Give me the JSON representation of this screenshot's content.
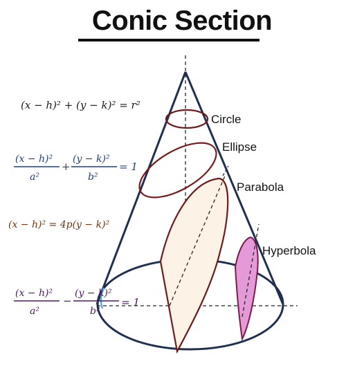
{
  "title": "Conic Section",
  "labels": {
    "circle": "Circle",
    "ellipse": "Ellipse",
    "parabola": "Parabola",
    "hyperbola": "Hyperbola"
  },
  "equations": {
    "circle": "(x − h)² + (y − k)² = r²",
    "ellipse": {
      "num1": "(x − h)²",
      "den1": "a²",
      "op": "+",
      "num2": "(y − k)²",
      "den2": "b²",
      "rhs": "= 1"
    },
    "parabola": "(x − h)² = 4p(y − k)²",
    "hyperbola": {
      "num1": "(x − h)²",
      "den1": "a²",
      "op": "−",
      "num2": "(y − k)²",
      "den2": "b²",
      "rhs": "= 1"
    }
  },
  "colors": {
    "cone": "#1f2f4f",
    "ellipse_line": "#7a1a1a",
    "parabola_fill": "#fdf2e6",
    "parabola_line": "#6e1a1a",
    "hyperbola_fill": "#e49ad6",
    "hyperbola_line": "#7a1a4e",
    "axis_dash": "#222222"
  }
}
